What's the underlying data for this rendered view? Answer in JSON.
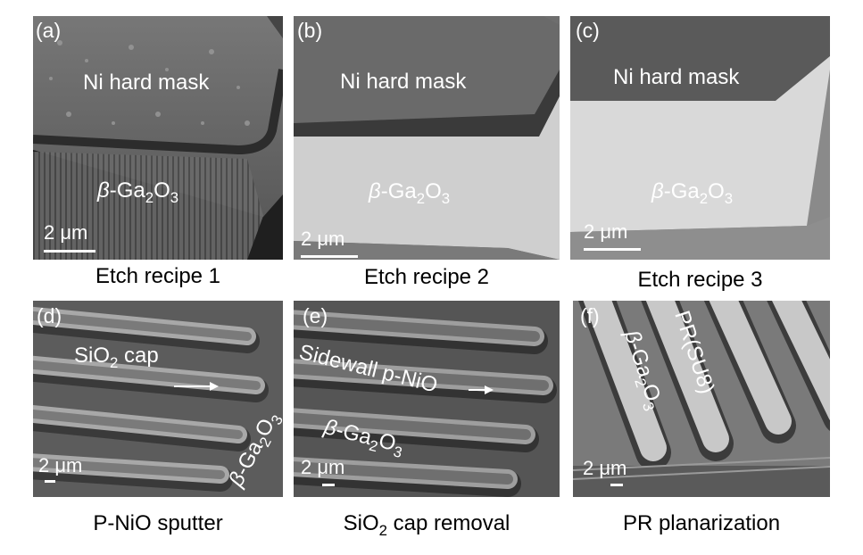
{
  "panels": {
    "a": {
      "label": "(a)",
      "mask_text": "Ni hard mask",
      "material_prefix": "β",
      "material": "-Ga",
      "sub1": "2",
      "mid": "O",
      "sub2": "3",
      "scale": "2 μm",
      "caption": "Etch recipe 1"
    },
    "b": {
      "label": "(b)",
      "mask_text": "Ni hard mask",
      "material_prefix": "β",
      "material": "-Ga",
      "sub1": "2",
      "mid": "O",
      "sub2": "3",
      "scale": "2 μm",
      "caption": "Etch recipe 2"
    },
    "c": {
      "label": "(c)",
      "mask_text": "Ni hard mask",
      "material_prefix": "β",
      "material": "-Ga",
      "sub1": "2",
      "mid": "O",
      "sub2": "3",
      "scale": "2 μm",
      "caption": "Etch recipe 3"
    },
    "d": {
      "label": "(d)",
      "cap_pre": "SiO",
      "cap_sub": "2",
      "cap_post": " cap",
      "material_prefix": "β",
      "material": "-Ga",
      "sub1": "2",
      "mid": "O",
      "sub2": "3",
      "scale": "2 μm",
      "caption": "P-NiO sputter"
    },
    "e": {
      "label": "(e)",
      "sidewall": "Sidewall p-NiO",
      "material_prefix": "β",
      "material": "-Ga",
      "sub1": "2",
      "mid": "O",
      "sub2": "3",
      "scale": "2 μm",
      "cap_pre": "SiO",
      "cap_sub": "2",
      "cap_post": " cap removal"
    },
    "f": {
      "label": "(f)",
      "pr": "PR(SU8)",
      "material_prefix": "β",
      "material": "-Ga",
      "sub1": "2",
      "mid": "O",
      "sub2": "3",
      "scale": "2 μm",
      "caption": "PR planarization"
    }
  }
}
